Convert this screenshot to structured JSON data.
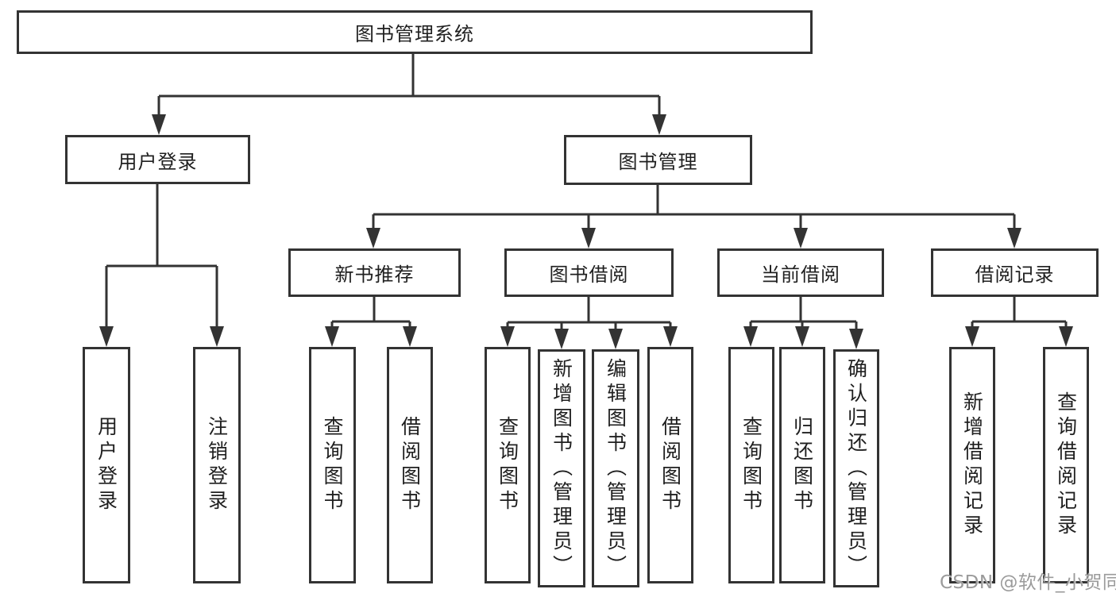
{
  "tree": {
    "root": {
      "label": "图书管理系统",
      "children": [
        {
          "label": "用户登录",
          "children": [
            {
              "label": "用户登录"
            },
            {
              "label": "注销登录"
            }
          ]
        },
        {
          "label": "图书管理",
          "children": [
            {
              "label": "新书推荐",
              "children": [
                {
                  "label": "查询图书"
                },
                {
                  "label": "借阅图书"
                }
              ]
            },
            {
              "label": "图书借阅",
              "children": [
                {
                  "label": "查询图书"
                },
                {
                  "label": "新增图书（管理员）"
                },
                {
                  "label": "编辑图书（管理员）"
                },
                {
                  "label": "借阅图书"
                }
              ]
            },
            {
              "label": "当前借阅",
              "children": [
                {
                  "label": "查询图书"
                },
                {
                  "label": "归还图书"
                },
                {
                  "label": "确认归还（管理员）"
                }
              ]
            },
            {
              "label": "借阅记录",
              "children": [
                {
                  "label": "新增借阅记录"
                },
                {
                  "label": "查询借阅记录"
                }
              ]
            }
          ]
        }
      ]
    }
  },
  "watermark": "CSDN @软件_小贺同学",
  "colors": {
    "line": "#333333",
    "text": "#1f1f1f",
    "background": "#ffffff",
    "watermark": "#9b9b9b"
  }
}
